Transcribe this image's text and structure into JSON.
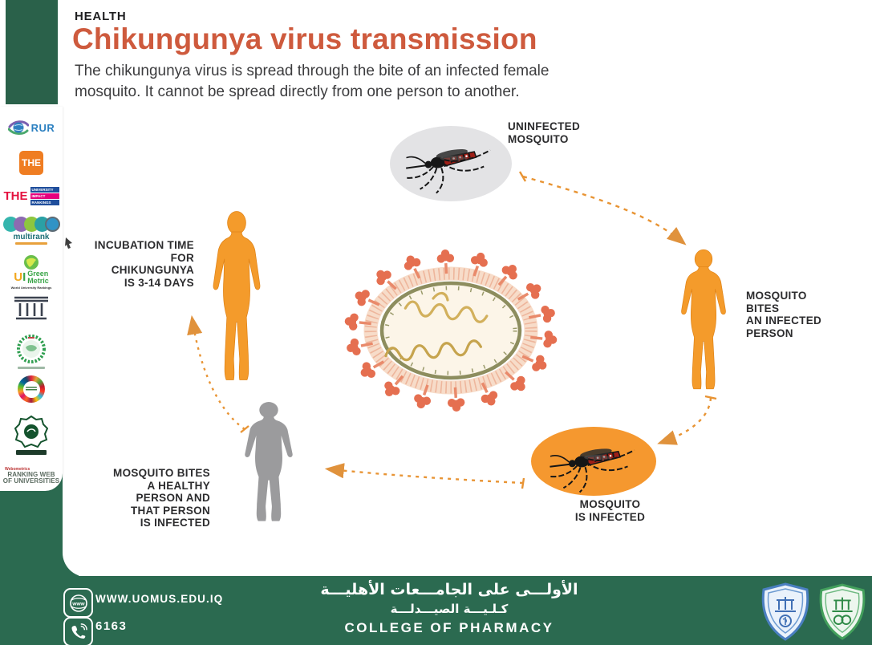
{
  "page": {
    "category": "HEALTH",
    "title": "Chikungunya virus transmission",
    "subtitle": [
      "The chikungunya virus is spread through the bite of an infected female",
      "mosquito.  It cannot be spread directly from one person to another."
    ]
  },
  "diagram": {
    "labels": {
      "uninfected": [
        "UNINFECTED",
        "MOSQUITO"
      ],
      "bites_infected": [
        "MOSQUITO",
        "BITES",
        "AN INFECTED",
        "PERSON"
      ],
      "mosquito_infected": [
        "MOSQUITO",
        "IS INFECTED"
      ],
      "bites_healthy": [
        "MOSQUITO BITES",
        "A HEALTHY",
        "PERSON AND",
        "THAT PERSON",
        "IS INFECTED"
      ],
      "incubation": [
        "INCUBATION TIME",
        "FOR",
        "CHIKUNGUNYA",
        "IS 3-14 DAYS"
      ]
    }
  },
  "sidebar": {
    "rur": "RUR",
    "the": "THE",
    "impact": {
      "the": "THE",
      "lines": [
        "UNIVERSITY",
        "IMPACT",
        "RANKINGS"
      ]
    },
    "multirank": "multirank",
    "greenmetric": {
      "u": "U",
      "i": "I",
      "green": "Green",
      "metric": "Metric",
      "caption": "World University Rankings"
    },
    "webometrics": {
      "top": "Webometrics",
      "line1": "RANKING WEB",
      "line2": "OF UNIVERSITIES"
    }
  },
  "footer": {
    "website": "WWW.UOMUS.EDU.IQ",
    "phone": "6163",
    "arabic_line1": "الأولـــى على الجامـــعات الأهليـــة",
    "arabic_line2": "كـلـيـــة الصيـــدلـــة",
    "college": "COLLEGE OF PHARMACY"
  },
  "icons": {
    "website_icon": "globe-www",
    "phone_icon": "phone-handset"
  },
  "colors": {
    "green": "#2b6a50",
    "title_accent": "#ce5a3d",
    "diagram_orange": "#f49b2b",
    "arrow_orange": "#e89434",
    "silhouette_gray": "#9b9b9d",
    "virus_spike": "#e56f50"
  }
}
